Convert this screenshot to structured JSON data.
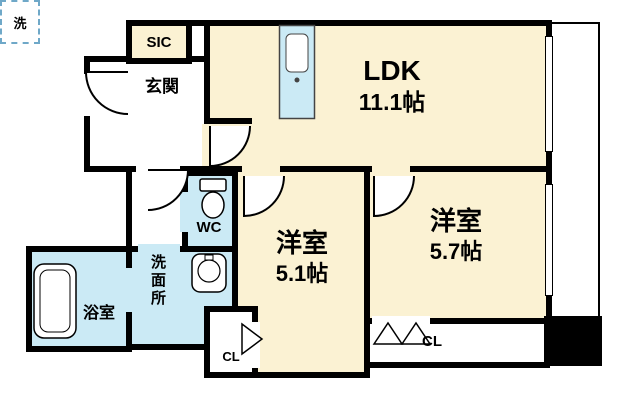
{
  "plan": {
    "rooms": {
      "sic": {
        "label": "SIC"
      },
      "genkan": {
        "label": "玄関"
      },
      "ldk": {
        "label": "LDK",
        "size": "11.1帖"
      },
      "wc": {
        "label": "WC"
      },
      "washroom": {
        "label": "洗面所"
      },
      "bathroom": {
        "label": "浴室"
      },
      "laundry": {
        "label": "洗"
      },
      "bedroom1": {
        "label": "洋室",
        "size": "5.1帖"
      },
      "bedroom2": {
        "label": "洋室",
        "size": "5.7帖"
      },
      "closet_center": {
        "label": "CL"
      },
      "closet_right": {
        "label": "CL"
      }
    },
    "colors": {
      "room_fill": "#FBF2D3",
      "wet_fill": "#CBEAF5",
      "wall": "#000000",
      "background": "#FFFFFF"
    },
    "icons": [
      "kitchen-counter-icon",
      "toilet-icon",
      "sink-icon",
      "bathtub-icon",
      "washing-machine-icon",
      "door-arc-icon",
      "folding-door-icon",
      "hinged-door-icon"
    ]
  }
}
